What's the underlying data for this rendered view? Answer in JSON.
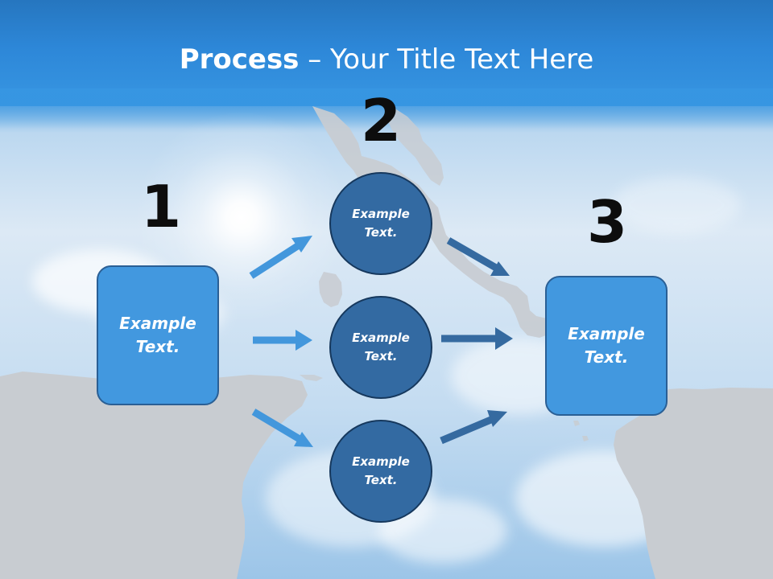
{
  "header": {
    "title_strong": "Process",
    "title_rest": " – Your Title Text Here"
  },
  "steps": {
    "one": "1",
    "two": "2",
    "three": "3"
  },
  "boxes": {
    "left": "Example Text.",
    "right": "Example Text."
  },
  "circles": [
    "Example Text.",
    "Example Text.",
    "Example Text."
  ],
  "colors": {
    "title_band": "#2d87d8",
    "box_fill": "#4298df",
    "box_border": "#2a5f95",
    "circle_fill": "#336aa2",
    "circle_border": "#16385d",
    "arrow_light": "#4397dc",
    "arrow_dark": "#356aa0",
    "rock": "#c8ccd1"
  },
  "icons": {
    "arrow": "arrow-icon",
    "sun": "sun-icon",
    "cliff": "cliff-icon"
  }
}
